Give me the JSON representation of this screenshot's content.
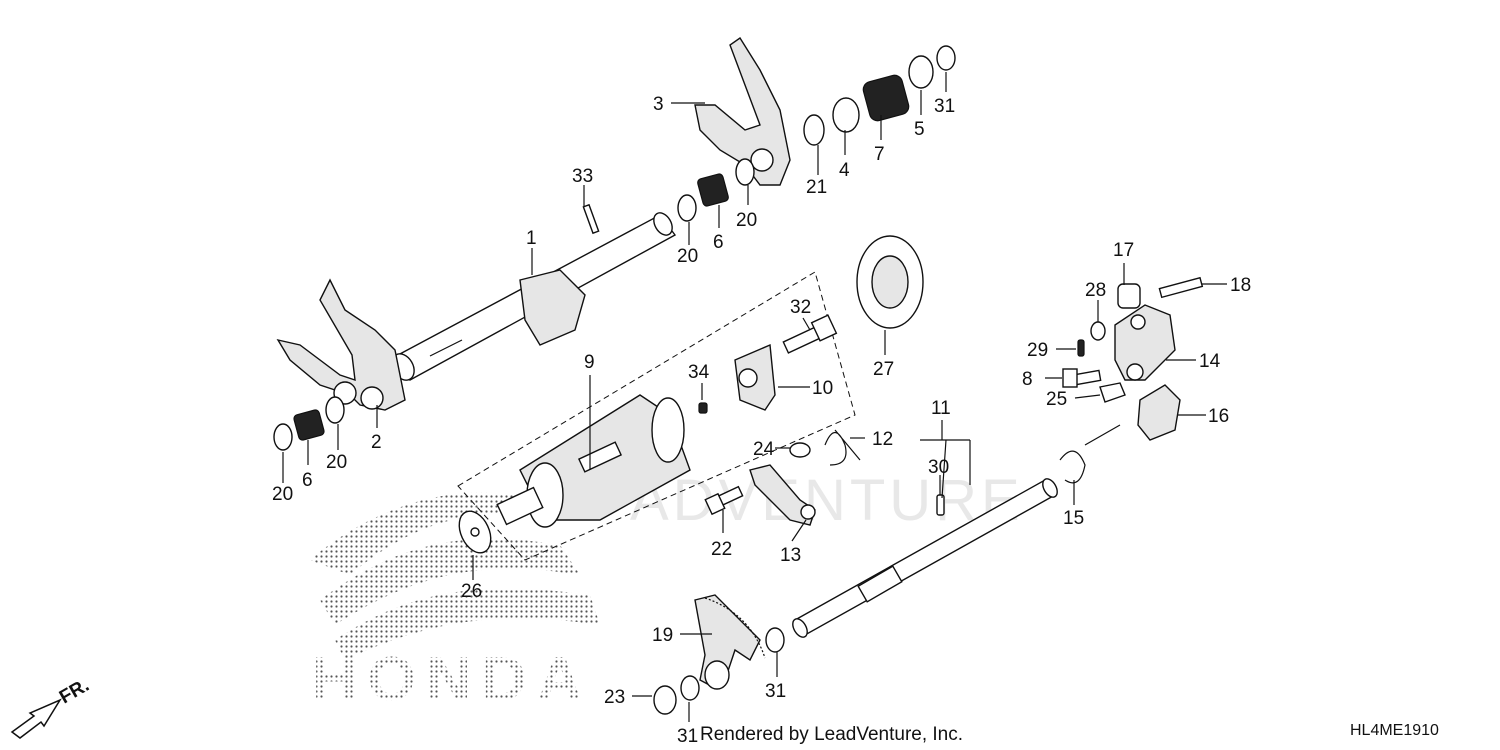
{
  "diagram": {
    "drawing_code": "HL4ME1910",
    "credit": "Rendered by LeadVenture, Inc.",
    "logo_text": "HONDA",
    "watermark_text": "ADVENTURE",
    "direction_label": "FR.",
    "callouts": {
      "p1": "1",
      "p2": "2",
      "p3": "3",
      "p4": "4",
      "p5": "5",
      "p6a": "6",
      "p6b": "6",
      "p7": "7",
      "p8": "8",
      "p9": "9",
      "p10": "10",
      "p11": "11",
      "p12": "12",
      "p13": "13",
      "p14": "14",
      "p15": "15",
      "p16": "16",
      "p17": "17",
      "p18": "18",
      "p19": "19",
      "p20a": "20",
      "p20b": "20",
      "p20c": "20",
      "p20d": "20",
      "p21": "21",
      "p22": "22",
      "p23": "23",
      "p24": "24",
      "p25": "25",
      "p26": "26",
      "p27": "27",
      "p28": "28",
      "p29": "29",
      "p30": "30",
      "p31a": "31",
      "p31b": "31",
      "p31c": "31",
      "p32": "32",
      "p33": "33",
      "p34": "34"
    }
  }
}
